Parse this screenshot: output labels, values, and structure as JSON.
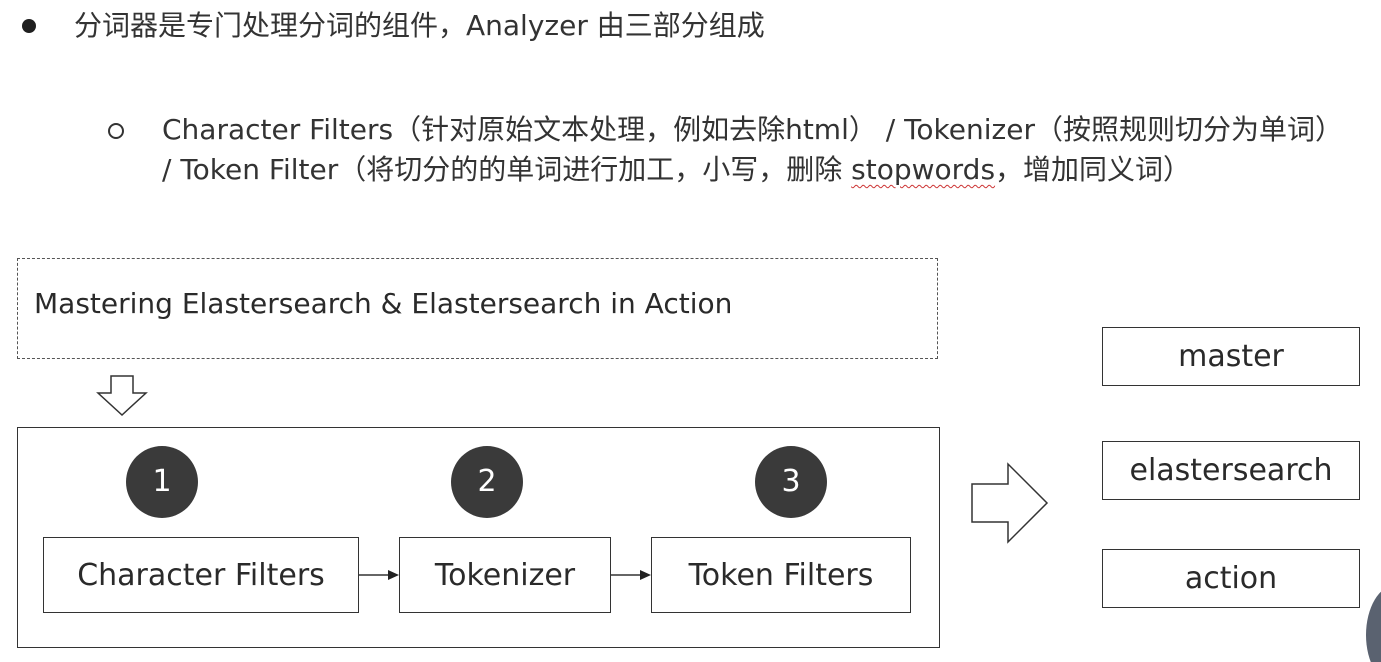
{
  "bullets": {
    "main_text": "分词器是专门处理分词的组件，Analyzer 由三部分组成",
    "sub_text_before": "Character Filters（针对原始文本处理，例如去除html） / Tokenizer（按照规则切分为单词） / Token Filter（将切分的的单词进行加工，小写，删除 ",
    "sub_text_marked": "stopwords",
    "sub_text_after": "，增加同义词）"
  },
  "diagram": {
    "source_text": "Mastering Elastersearch & Elastersearch in Action",
    "stages": [
      {
        "number": "1",
        "label": "Character Filters"
      },
      {
        "number": "2",
        "label": "Tokenizer"
      },
      {
        "number": "3",
        "label": "Token Filters"
      }
    ],
    "output_tokens": [
      "master",
      "elastersearch",
      "action"
    ]
  }
}
